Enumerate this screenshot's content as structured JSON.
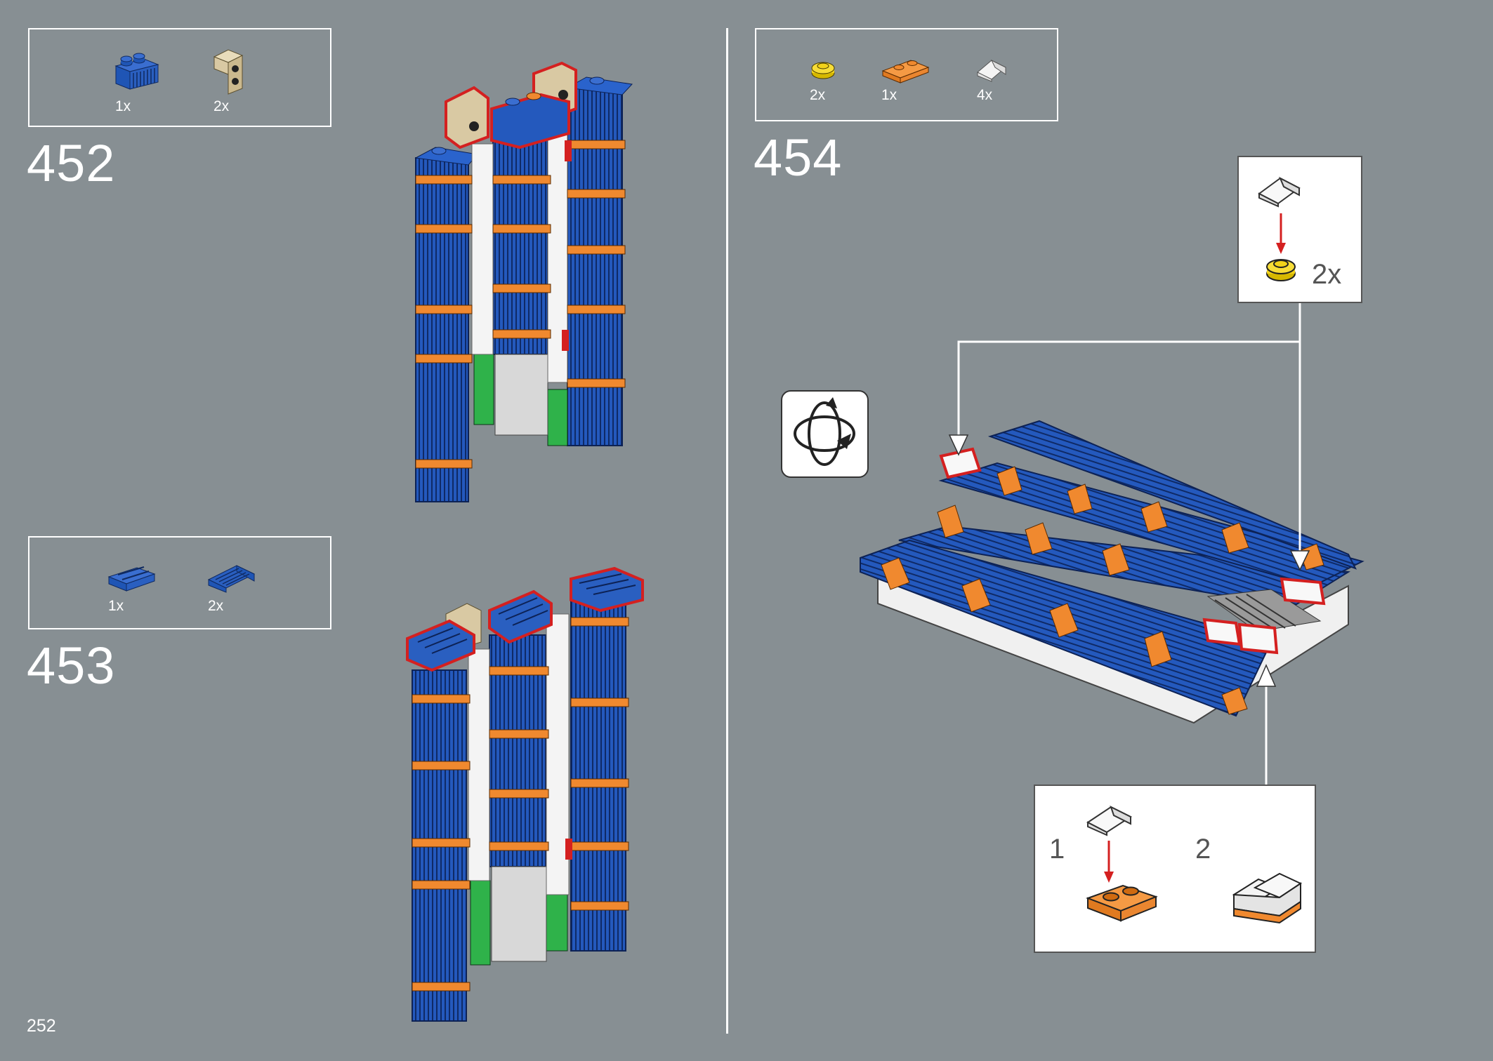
{
  "page_number": "252",
  "steps": [
    {
      "number": "452",
      "parts": [
        {
          "icon": "blue-brick-1x2-grille-icon",
          "qty": "1x"
        },
        {
          "icon": "tan-bracket-icon",
          "qty": "2x"
        }
      ]
    },
    {
      "number": "453",
      "parts": [
        {
          "icon": "blue-tile-grooved-icon",
          "qty": "1x"
        },
        {
          "icon": "blue-slope-grille-icon",
          "qty": "2x"
        }
      ]
    },
    {
      "number": "454",
      "parts": [
        {
          "icon": "yellow-round-plate-icon",
          "qty": "2x"
        },
        {
          "icon": "orange-plate-1x2-icon",
          "qty": "1x"
        },
        {
          "icon": "white-slope-icon",
          "qty": "4x"
        }
      ]
    }
  ],
  "callouts": {
    "top_right_qty": "2x",
    "sub_step_1": "1",
    "sub_step_2": "2"
  },
  "colors": {
    "background": "#878f93",
    "lego_blue": "#1f55b5",
    "lego_orange": "#f0892f",
    "lego_tan": "#d9c9a3",
    "highlight_red": "#d42020",
    "arrow_red": "#d42020"
  },
  "rotate_icon": "rotate-model-icon"
}
